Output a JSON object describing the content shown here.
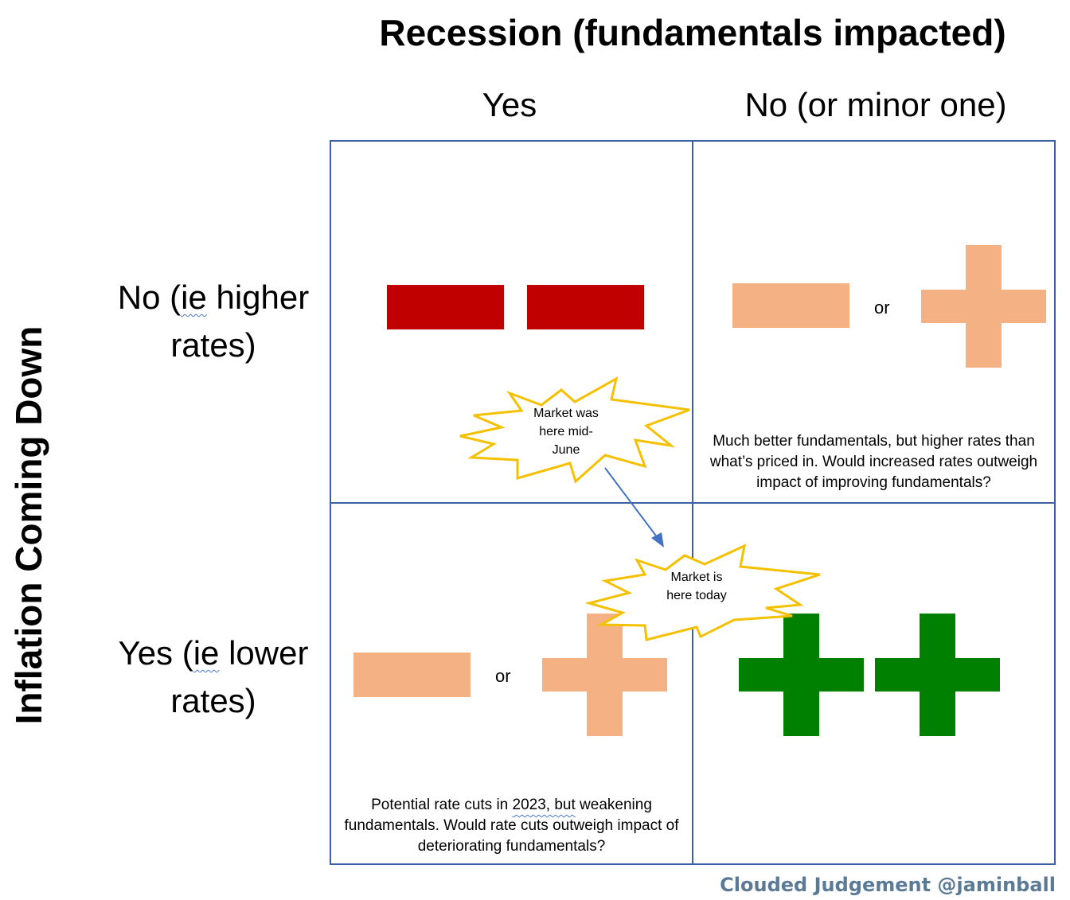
{
  "title": "Recession (fundamentals impacted)",
  "side_title": "Inflation Coming Down",
  "columns": {
    "yes": "Yes",
    "no": "No (or minor one)"
  },
  "rows": {
    "no": {
      "pre": "No (",
      "ie": "ie",
      "post": " higher rates)"
    },
    "yes": {
      "pre": "Yes (",
      "ie": "ie",
      "post": " lower rates)"
    }
  },
  "cells": {
    "top_right": {
      "or": "or",
      "description": "Much better fundamentals, but higher rates than what’s priced in. Would increased rates outweigh impact of improving fundamentals?"
    },
    "bottom_left": {
      "or": "or",
      "description_pre": "Potential rate cuts in ",
      "description_underlined": "2023, but",
      "description_post": " weakening fundamentals. Would rate cuts outweigh impact of deteriorating fundamentals?"
    }
  },
  "bursts": {
    "past": "Market was here mid-June",
    "today": "Market is here today"
  },
  "footer": "Clouded Judgement @jaminball",
  "colors": {
    "grid": "#3c5fa6",
    "strong_negative": "#c00000",
    "mixed": "#f4b183",
    "strong_positive": "#008000",
    "burst_outline": "#f5c000",
    "arrow": "#4472c4",
    "footer": "#5b7a95"
  },
  "icons": [
    "minus-icon",
    "plus-icon",
    "starburst-icon",
    "arrow-icon"
  ]
}
